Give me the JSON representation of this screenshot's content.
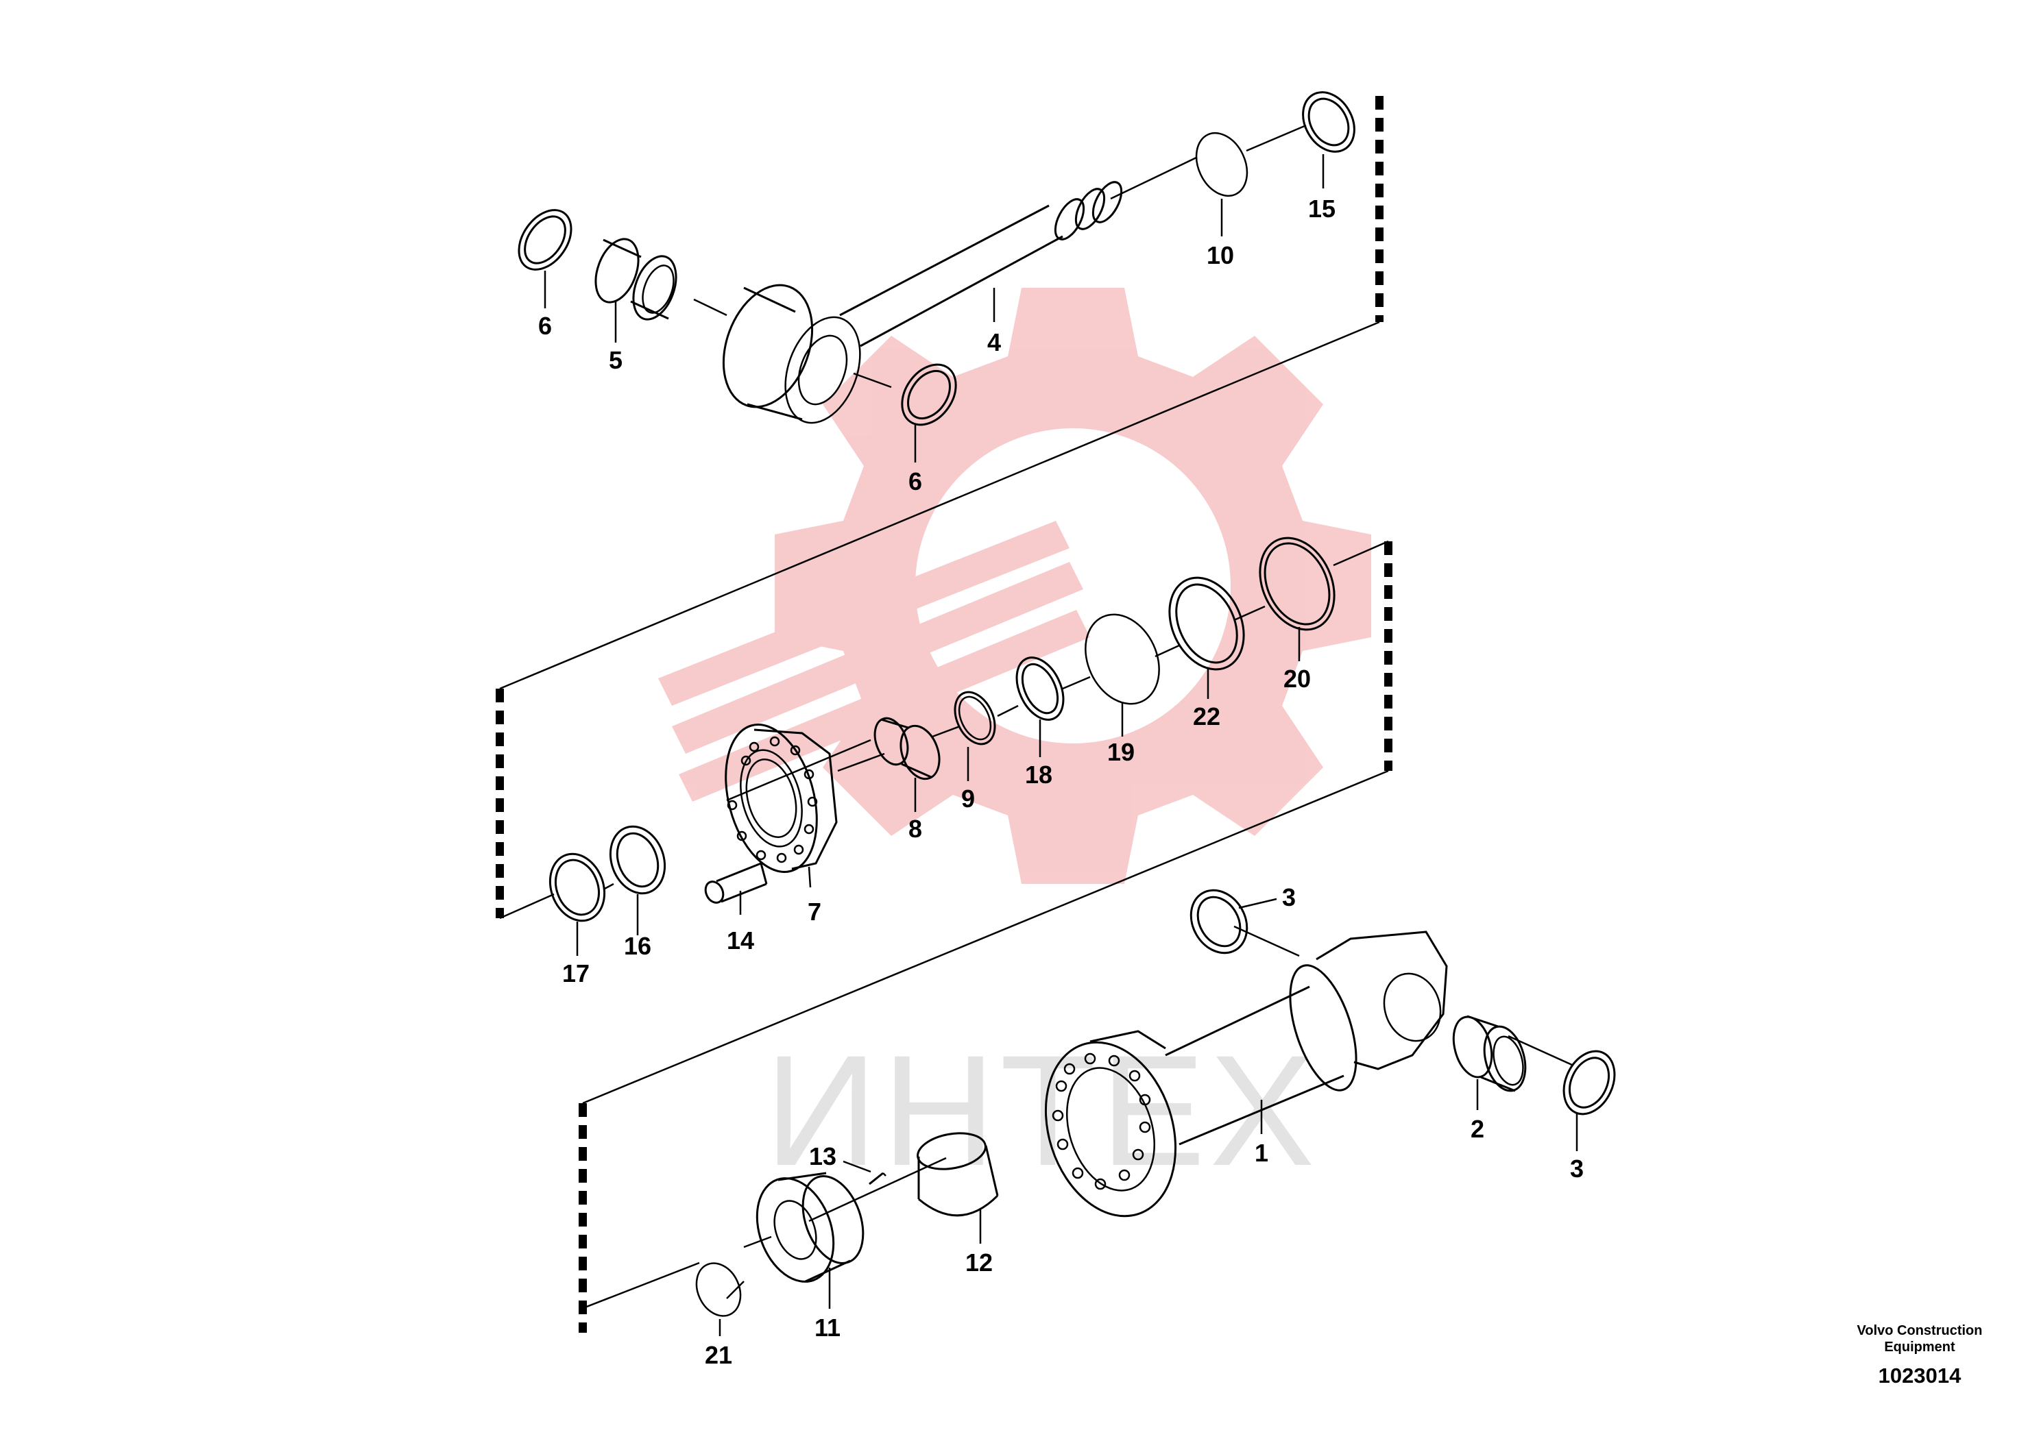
{
  "watermark": {
    "text": "ИНТЕХ",
    "gear_color": "#f7c6c6"
  },
  "labels": {
    "n1": "1",
    "n2": "2",
    "n3a": "3",
    "n3b": "3",
    "n4": "4",
    "n5": "5",
    "n6a": "6",
    "n6b": "6",
    "n7": "7",
    "n8": "8",
    "n9": "9",
    "n10": "10",
    "n11": "11",
    "n12": "12",
    "n13": "13",
    "n14": "14",
    "n15": "15",
    "n16": "16",
    "n17": "17",
    "n18": "18",
    "n19": "19",
    "n20": "20",
    "n21": "21",
    "n22": "22"
  },
  "footer": {
    "brand_line1": "Volvo Construction",
    "brand_line2": "Equipment",
    "drawing_number": "1023014"
  }
}
